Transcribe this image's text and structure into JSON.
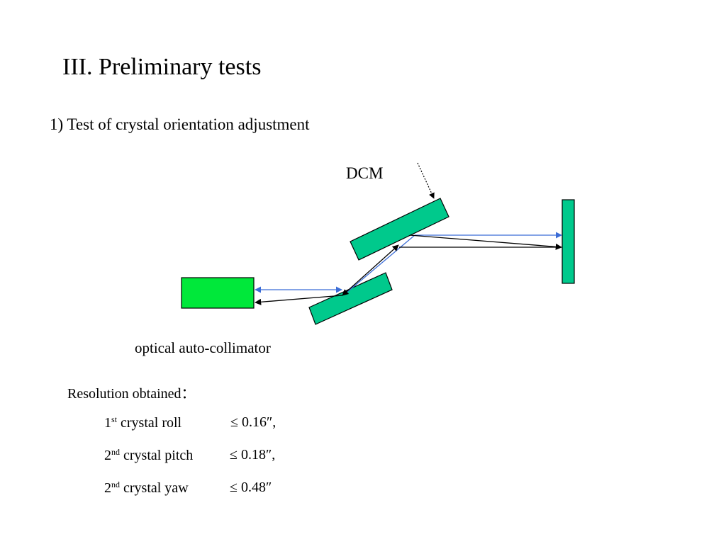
{
  "slide": {
    "title": "III. Preliminary tests",
    "subtitle": "1) Test of crystal orientation adjustment"
  },
  "diagram": {
    "labels": {
      "dcm": "DCM",
      "collimator": "optical auto-collimator"
    },
    "colors": {
      "crystal_fill": "#00c98c",
      "collimator_fill": "#00e83a",
      "beam_blue": "#3b6cd6",
      "beam_black": "#000000"
    }
  },
  "results": {
    "heading": "Resolution obtained：",
    "rows": [
      {
        "ordinal": "1",
        "suffix": "st",
        "quantity": " crystal roll",
        "value": "≤ 0.16″,"
      },
      {
        "ordinal": "2",
        "suffix": "nd",
        "quantity": " crystal pitch",
        "value": "≤ 0.18″,"
      },
      {
        "ordinal": "2",
        "suffix": "nd",
        "quantity": " crystal yaw",
        "value": "≤ 0.48″"
      }
    ]
  }
}
